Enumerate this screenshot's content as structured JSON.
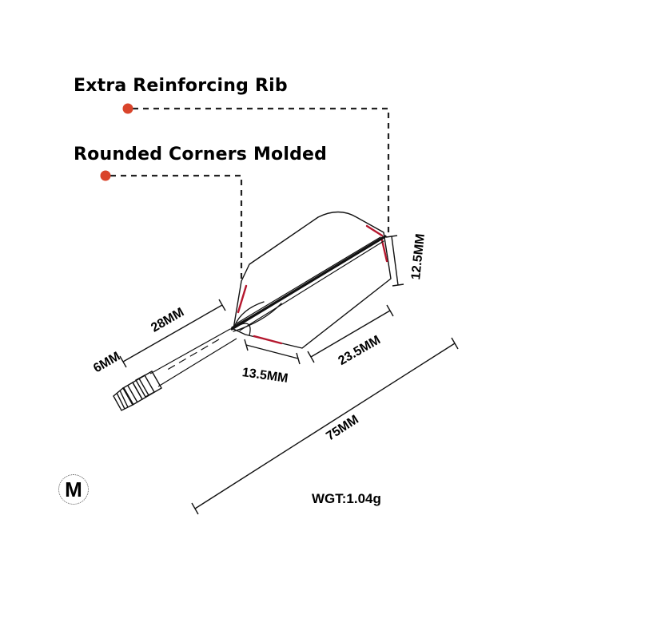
{
  "callouts": {
    "rib": "Extra Reinforcing Rib",
    "corners": "Rounded Corners Molded"
  },
  "dimensions": {
    "shaft_length": "28MM",
    "shaft_diameter": "6MM",
    "flight_root": "13.5MM",
    "flight_edge": "23.5MM",
    "flight_height": "12.5MM",
    "total_length": "75MM"
  },
  "size_badge": "M",
  "weight": "WGT:1.04g",
  "colors": {
    "marker_dot": "#d9442b",
    "highlight": "#b5172e",
    "ink": "#000000"
  }
}
